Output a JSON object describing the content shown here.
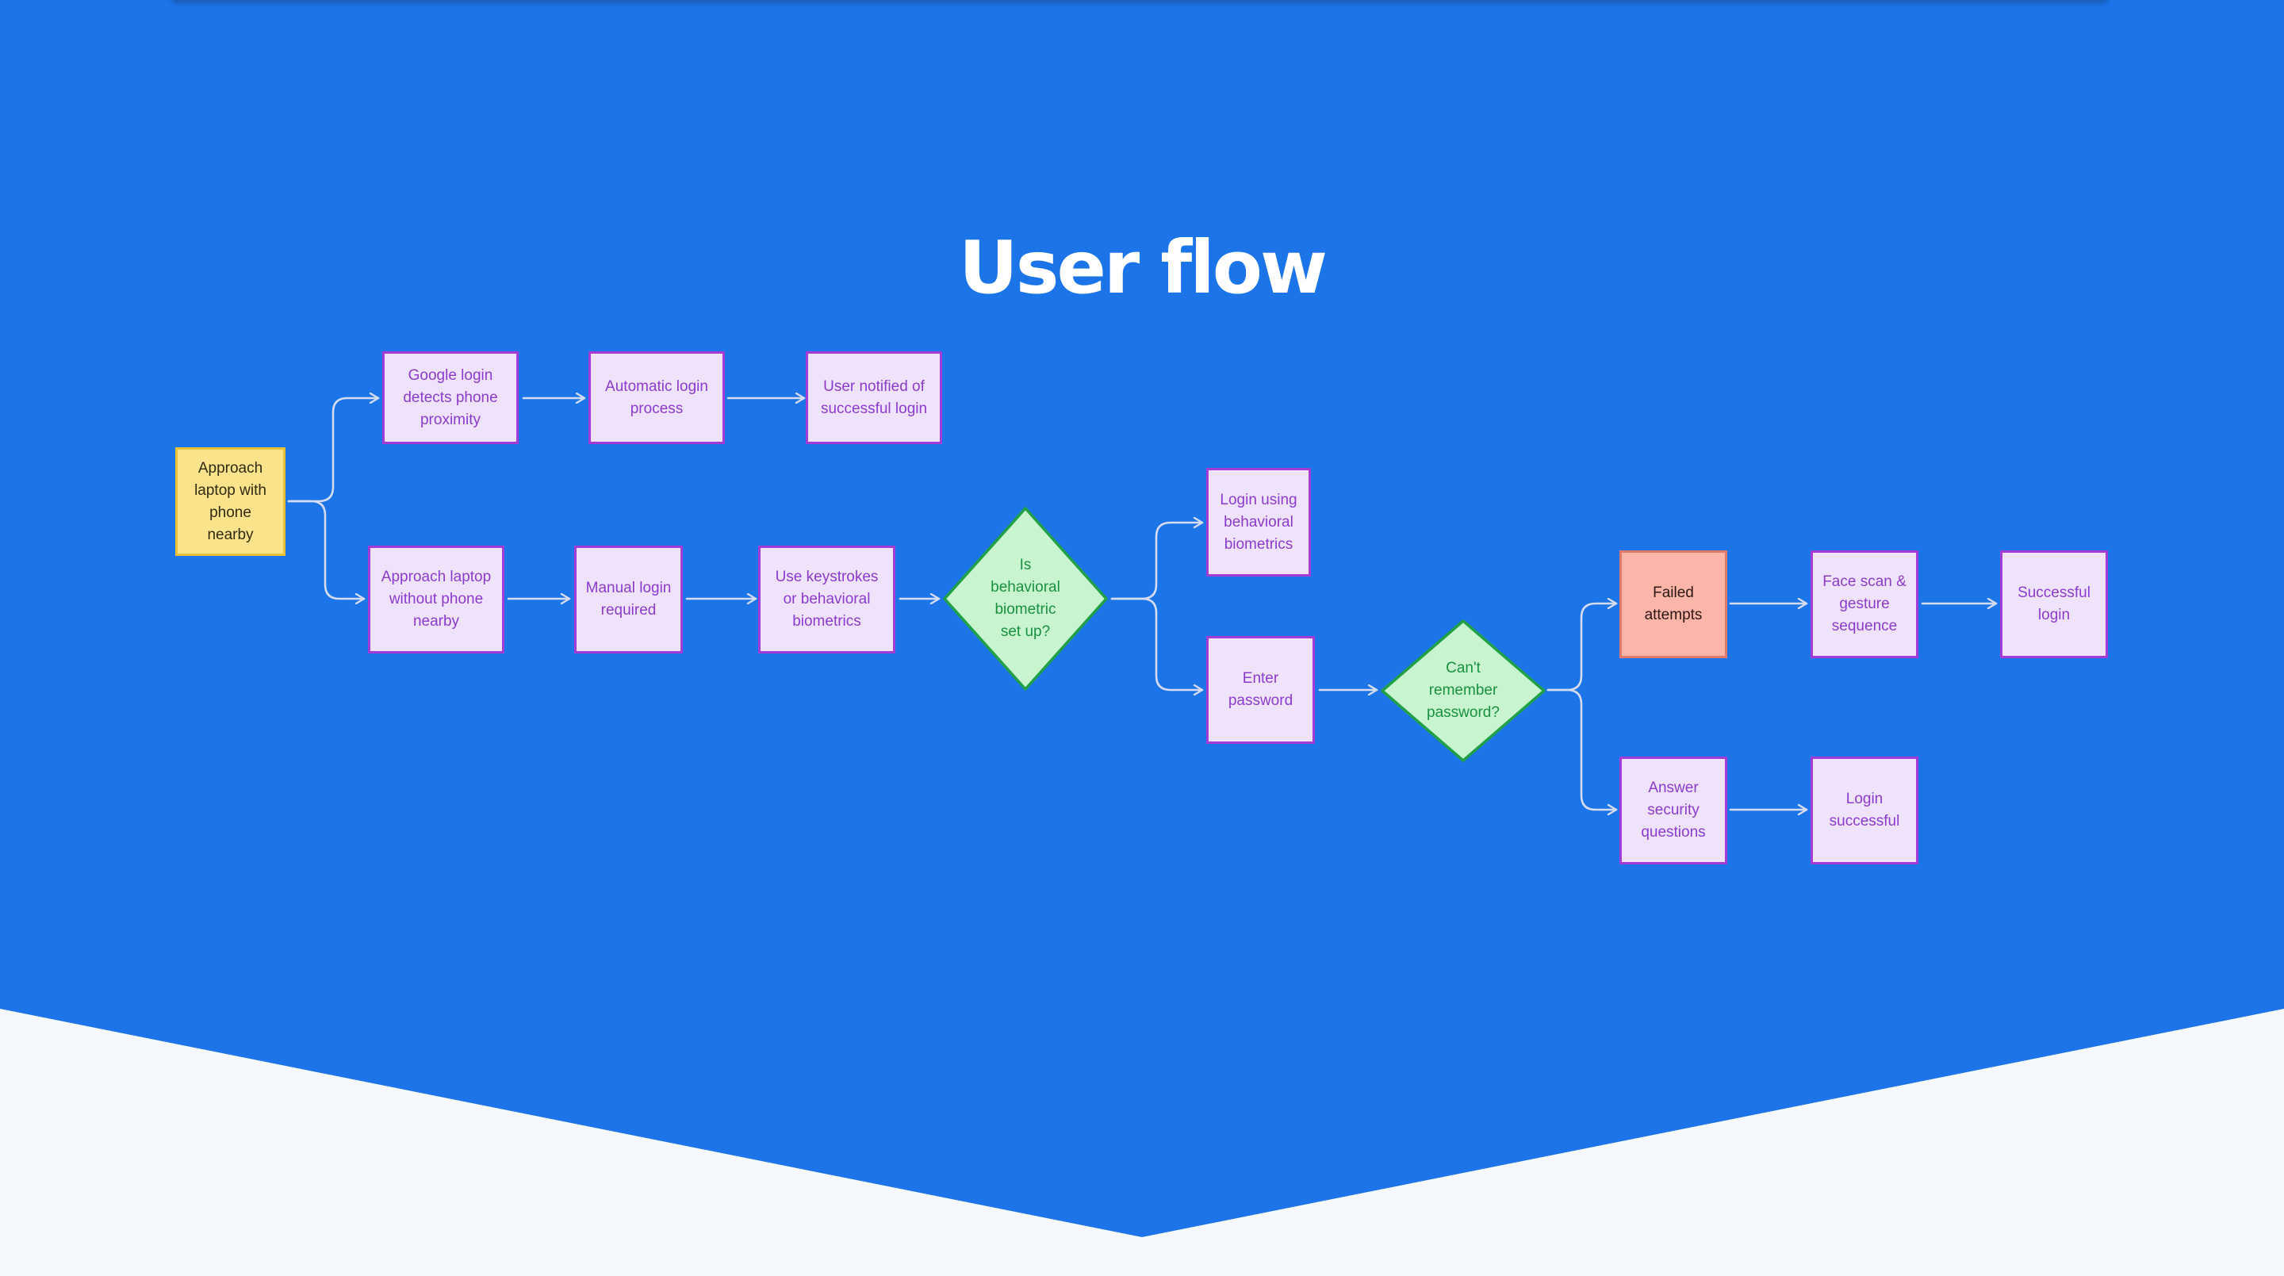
{
  "title": "User flow",
  "colors": {
    "background": "#1b74e8",
    "bottom_panel": "#f5f8fc",
    "process_fill": "#efe3fc",
    "process_border": "#a43bd6",
    "process_text": "#8c3bcd",
    "start_fill": "#fbe38c",
    "decision_fill": "#c8f5d0",
    "decision_border": "#21a046",
    "decision_text": "#19923f",
    "fail_fill": "#fbb5a9",
    "connector": "#d6dcf0"
  },
  "nodes": {
    "start": {
      "label": "Approach laptop with phone nearby"
    },
    "google_detect": {
      "label": "Google login detects phone proximity"
    },
    "auto_login": {
      "label": "Automatic login process"
    },
    "notified": {
      "label": "User notified of successful login"
    },
    "approach_no_phone": {
      "label": "Approach laptop without phone nearby"
    },
    "manual_login": {
      "label": "Manual login required"
    },
    "use_keystrokes": {
      "label": "Use keystrokes or behavioral biometrics"
    },
    "is_biometric_setup": {
      "label": "Is behavioral biometric set up?"
    },
    "login_biometrics": {
      "label": "Login using behavioral biometrics"
    },
    "enter_password": {
      "label": "Enter password"
    },
    "cant_remember": {
      "label": "Can't remember password?"
    },
    "failed_attempts": {
      "label": "Failed attempts"
    },
    "face_scan": {
      "label": "Face scan & gesture sequence"
    },
    "successful_login": {
      "label": "Successful login"
    },
    "security_questions": {
      "label": "Answer security questions"
    },
    "login_successful": {
      "label": "Login successful"
    }
  },
  "edges": [
    {
      "from": "start",
      "to": "google_detect"
    },
    {
      "from": "start",
      "to": "approach_no_phone"
    },
    {
      "from": "google_detect",
      "to": "auto_login"
    },
    {
      "from": "auto_login",
      "to": "notified"
    },
    {
      "from": "approach_no_phone",
      "to": "manual_login"
    },
    {
      "from": "manual_login",
      "to": "use_keystrokes"
    },
    {
      "from": "use_keystrokes",
      "to": "is_biometric_setup"
    },
    {
      "from": "is_biometric_setup",
      "to": "login_biometrics"
    },
    {
      "from": "is_biometric_setup",
      "to": "enter_password"
    },
    {
      "from": "enter_password",
      "to": "cant_remember"
    },
    {
      "from": "cant_remember",
      "to": "failed_attempts"
    },
    {
      "from": "cant_remember",
      "to": "security_questions"
    },
    {
      "from": "failed_attempts",
      "to": "face_scan"
    },
    {
      "from": "face_scan",
      "to": "successful_login"
    },
    {
      "from": "security_questions",
      "to": "login_successful"
    }
  ]
}
